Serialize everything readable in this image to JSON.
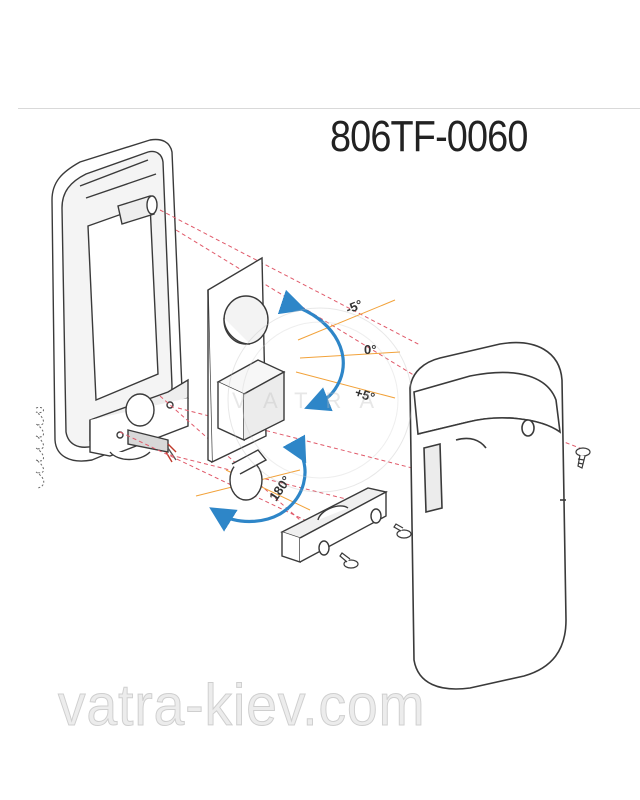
{
  "title": "806TF-0060",
  "angles": {
    "minus5": "-5°",
    "zero": "0°",
    "plus5": "+5°",
    "deg180": "180°"
  },
  "watermark_text": "vatra-kiev.com",
  "seal_text": "VATRA",
  "colors": {
    "line": "#3a3a3a",
    "guide_dashed": "#e05a6a",
    "orange_guides": "#f2a23a",
    "rotation_arrow": "#2e86c8",
    "watermark": "#cfcfcf"
  }
}
